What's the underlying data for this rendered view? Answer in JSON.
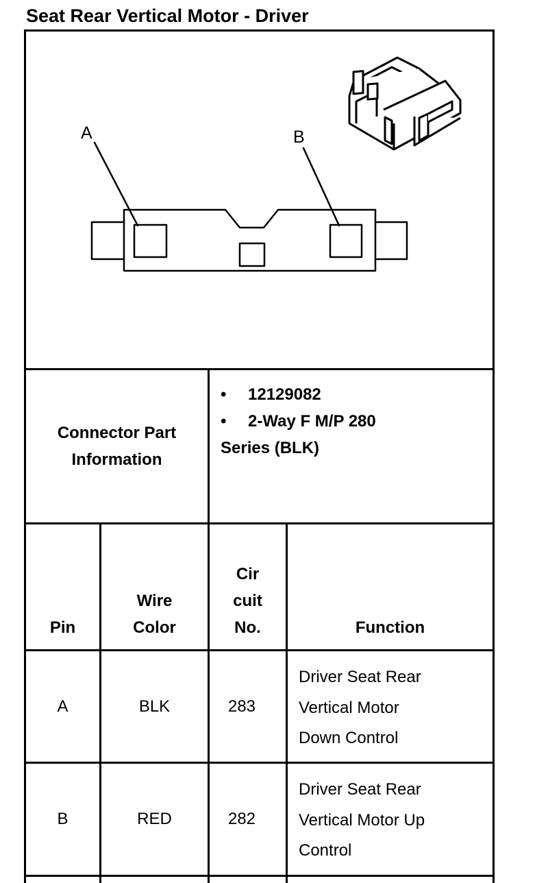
{
  "title": "Seat Rear Vertical Motor - Driver",
  "diagram": {
    "pin_labels": [
      "A",
      "B"
    ]
  },
  "connector_info": {
    "label": "Connector Part Information",
    "bullet_1": "12129082",
    "bullet_2": "2-Way F M/P 280",
    "bullet_2_cont": "Series (BLK)"
  },
  "table": {
    "headers": {
      "pin": "Pin",
      "wire_color_1": "Wire",
      "wire_color_2": "Color",
      "circuit_1": "Cir",
      "circuit_2": "cuit",
      "circuit_3": "No.",
      "function": "Function"
    },
    "rows": [
      {
        "pin": "A",
        "wire_color": "BLK",
        "circuit": "283",
        "function_lines": [
          "Driver Seat Rear",
          "Vertical Motor",
          "Down Control"
        ]
      },
      {
        "pin": "B",
        "wire_color": "RED",
        "circuit": "282",
        "function_lines": [
          "Driver Seat Rear",
          "Vertical Motor Up",
          "Control"
        ]
      }
    ]
  }
}
